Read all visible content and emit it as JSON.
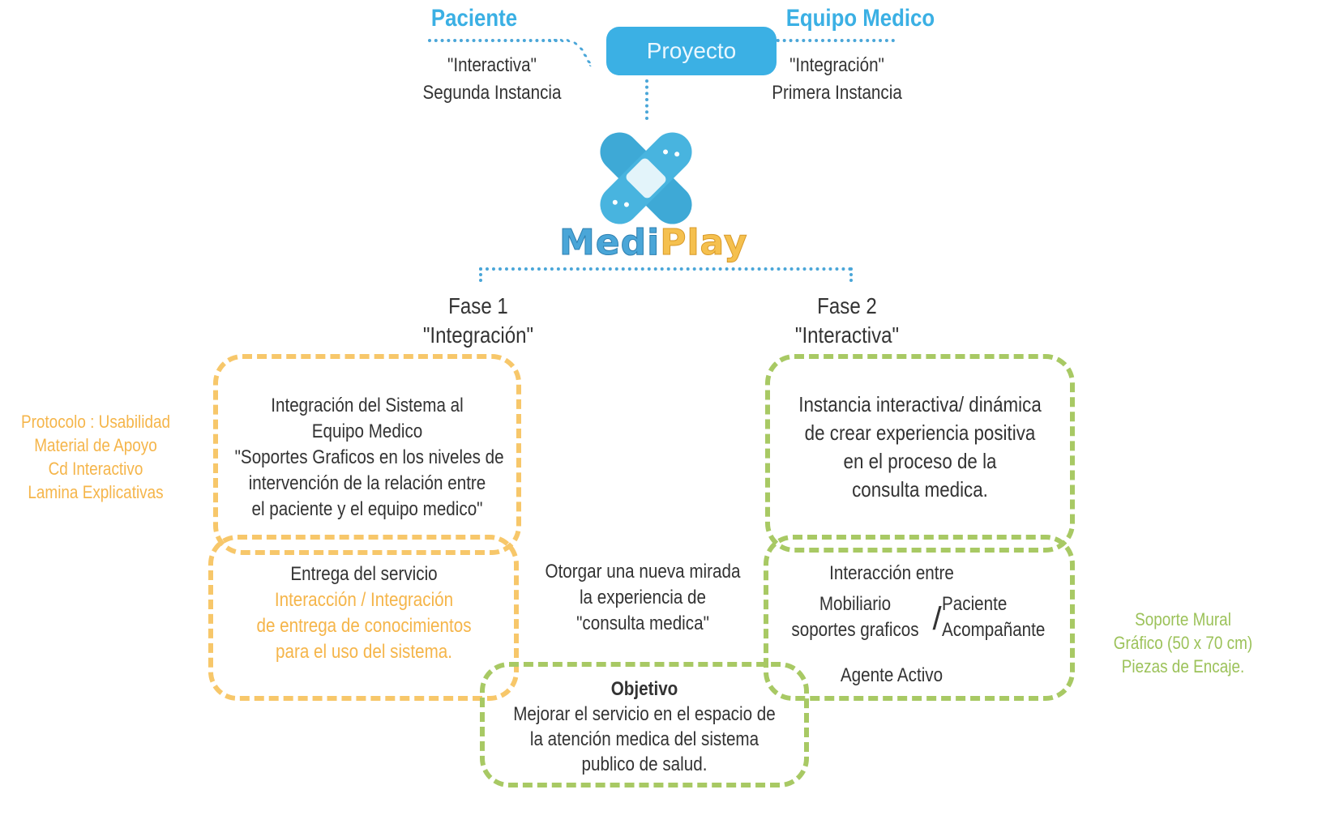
{
  "header": {
    "paciente": "Paciente",
    "equipo_medico": "Equipo Medico",
    "proyecto": "Proyecto",
    "left_lines": [
      "\"Interactiva\"",
      "Segunda Instancia"
    ],
    "right_lines": [
      "\"Integración\"",
      "Primera Instancia"
    ]
  },
  "logo": {
    "word_1": "Medi",
    "word_2": "Play"
  },
  "fase1": {
    "title": "Fase 1",
    "subtitle": "\"Integración\""
  },
  "fase2": {
    "title": "Fase 2",
    "subtitle": "\"Interactiva\""
  },
  "left_note": [
    "Protocolo : Usabilidad",
    "Material de Apoyo",
    "Cd Interactivo",
    "Lamina Explicativas"
  ],
  "right_note": [
    "Soporte Mural",
    "Gráfico (50 x 70 cm)",
    "Piezas de Encaje."
  ],
  "box_integracion": [
    "Integración del Sistema al",
    "Equipo Medico",
    "\"Soportes Graficos en los niveles de",
    "intervención de la relación  entre",
    "el paciente y el equipo medico\""
  ],
  "box_entrega": {
    "title": "Entrega del servicio",
    "lines": [
      "Interacción / Integración",
      "de entrega de conocimientos",
      "para el uso del sistema."
    ]
  },
  "box_interactiva": [
    "Instancia interactiva/ dinámica",
    "de crear experiencia positiva",
    "en el proceso de la",
    "consulta medica."
  ],
  "box_interaccion": {
    "title": "Interacción entre",
    "left": [
      "Mobiliario",
      "soportes graficos"
    ],
    "slash": "/",
    "right": [
      "Paciente",
      "Acompañante"
    ],
    "agente": "Agente Activo"
  },
  "center_text": [
    "Otorgar una nueva mirada",
    "la experiencia de",
    "\"consulta medica\""
  ],
  "objetivo": {
    "title": "Objetivo",
    "lines": [
      "Mejorar el servicio en el espacio de",
      "la atención medica del sistema",
      "publico de salud."
    ]
  },
  "colors": {
    "blue": "#3bb0e4",
    "orange": "#f5b54a",
    "green": "#9cc25a"
  }
}
